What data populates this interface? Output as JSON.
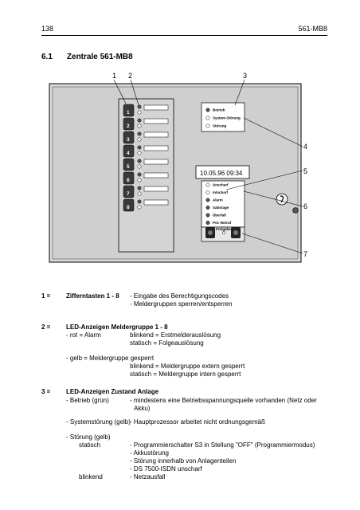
{
  "header": {
    "page_number": "138",
    "doc_code": "561-MB8"
  },
  "section": {
    "number": "6.1",
    "title": "Zentrale 561-MB8"
  },
  "figure": {
    "callouts": [
      "1",
      "2",
      "3",
      "4",
      "5",
      "6",
      "7"
    ],
    "keys": [
      "1",
      "2",
      "3",
      "4",
      "5",
      "6",
      "7",
      "8"
    ],
    "status_leds": [
      "Betrieb",
      "System-Störung",
      "Störung"
    ],
    "display_text": "10.05.96  09:34",
    "alarm_leds": [
      "Unscharf",
      "Intscharf",
      "Alarm",
      "Sabotage",
      "Überfall",
      "Pol.-Notruf"
    ],
    "freigabe_label": "Freigabe"
  },
  "items": {
    "i1": {
      "num": "1 =",
      "title": "Zifferntasten 1 - 8",
      "lines": [
        "- Eingabe des Berechtigungscodes",
        "- Meldergruppen sperren/entsperren"
      ]
    },
    "i2": {
      "num": "2 =",
      "title": "LED-Anzeigen Meldergruppe 1 - 8",
      "red_label": "- rot = Alarm",
      "red_lines": [
        "blinkend = Erstmelderauslösung",
        "statisch  = Folgeauslösung"
      ],
      "yellow_label": "- gelb = Meldergruppe gesperrt",
      "yellow_lines": [
        "blinkend = Meldergruppe extern gesperrt",
        "statisch  = Meldergruppe intern gesperrt"
      ]
    },
    "i3": {
      "num": "3 =",
      "title": "LED-Anzeigen Zustand Anlage",
      "betrieb_label": "- Betrieb (grün)",
      "betrieb_lines": [
        "- mindestens eine Betriebsspannungsquelle vorhanden (Netz oder",
        "Akku)"
      ],
      "system_label": "- Systemstörung (gelb)",
      "system_text": "- Hauptprozessor arbeitet nicht ordnungsgemäß",
      "stoerung_label": "- Störung (gelb)",
      "statisch_label": "statisch",
      "statisch_lines": [
        "- Programmierschalter S3 in Stellung \"OFF\" (Programmiermodus)",
        "- Akkustörung",
        "- Störung innerhalb von Anlagenteilen",
        "- DS 7500-ISDN unscharf"
      ],
      "blinkend_label": "blinkend",
      "blinkend_text": "- Netzausfall"
    }
  }
}
